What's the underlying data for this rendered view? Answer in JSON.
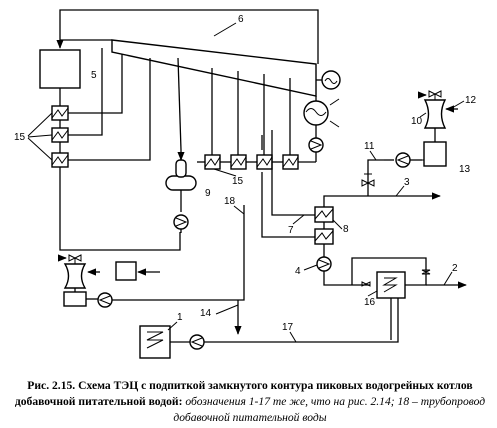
{
  "labels": {
    "l1": "1",
    "l2": "2",
    "l3": "3",
    "l4": "4",
    "l5": "5",
    "l6": "6",
    "l7": "7",
    "l8": "8",
    "l9": "9",
    "l10": "10",
    "l11": "11",
    "l12": "12",
    "l13": "13",
    "l14": "14",
    "l15a": "15",
    "l15b": "15",
    "l16": "16",
    "l17": "17",
    "l18": "18"
  },
  "caption": {
    "bold": "Рис. 2.15. Схема ТЭЦ с подпиткой замкнутого контура пиковых водогрейных котлов добавочной питательной водой:",
    "italic": " обозначения 1-17 те же, что на рис. 2.14; 18 – трубопровод добавочной питательной воды"
  },
  "icons": [
    "generator-icon",
    "heat-exchanger-icon",
    "pump-icon",
    "valve-icon",
    "cooling-tower-icon",
    "fan-icon",
    "deaerator-icon",
    "condenser-icon",
    "boiler-icon"
  ]
}
